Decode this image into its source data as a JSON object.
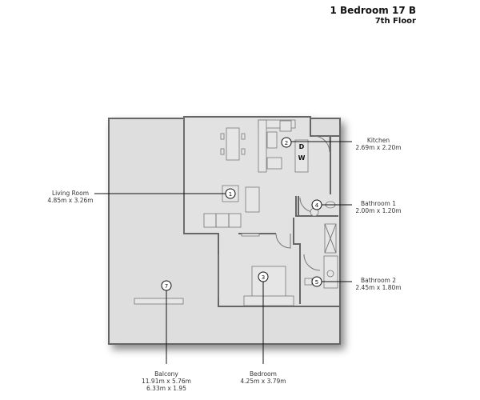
{
  "header": {
    "unit_name": "1 Bedroom 17 B",
    "floor": "7th Floor"
  },
  "rooms": [
    {
      "number": "1",
      "name": "Living Room",
      "dims": "4.85m x 3.26m"
    },
    {
      "number": "2",
      "name": "Kitchen",
      "dims": "2.69m x 2.20m"
    },
    {
      "number": "3",
      "name": "Bedroom",
      "dims": "4.25m x 3.79m"
    },
    {
      "number": "4",
      "name": "Bathroom 1",
      "dims": "2.00m x 1.20m"
    },
    {
      "number": "5",
      "name": "Bathroom 2",
      "dims": "2.45m x 1.80m"
    },
    {
      "number": "7",
      "name": "Balcony",
      "dims": "11.91m x 5.76m",
      "dims2": "6.33m x 1.95"
    }
  ],
  "appliances": {
    "dryer": "D",
    "washer": "W"
  },
  "colors": {
    "floor": "#dcdcdc",
    "wall": "#666666"
  }
}
